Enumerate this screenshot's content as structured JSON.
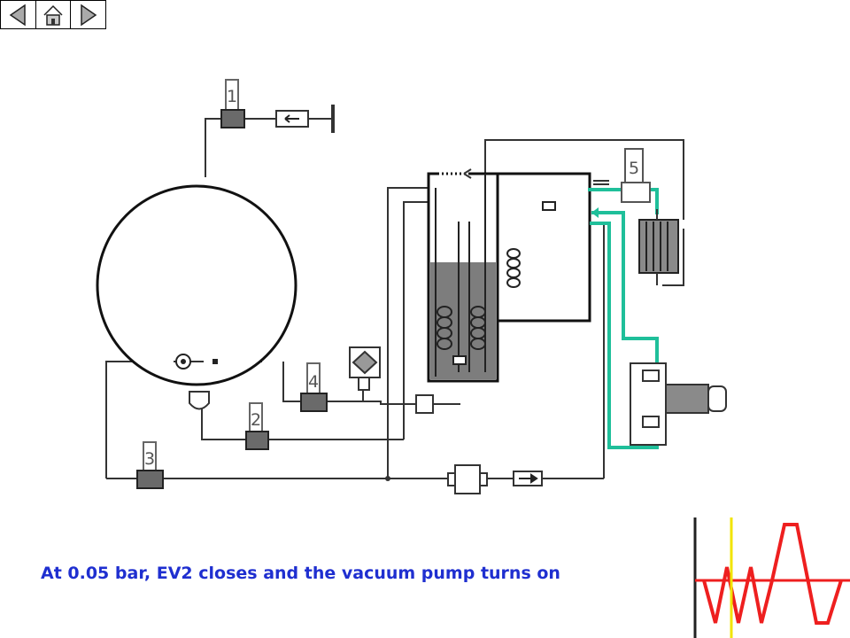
{
  "nav": {
    "prev_icon": "left-triangle-icon",
    "home_icon": "home-icon",
    "next_icon": "right-triangle-icon"
  },
  "valves": {
    "v1": "1",
    "v2": "2",
    "v3": "3",
    "v4": "4",
    "v5": "5"
  },
  "caption": "At 0.05 bar, EV2 closes and the vacuum pump turns on",
  "colors": {
    "line": "#333333",
    "valve_body": "#6a6a6a",
    "tank_liquid": "#7d7d7d",
    "pump": "#8a8a8a",
    "flow_path": "#1fbf9a",
    "caption": "#1f2fd0",
    "signal": "#ee1f1f",
    "marker": "#f2e400"
  }
}
